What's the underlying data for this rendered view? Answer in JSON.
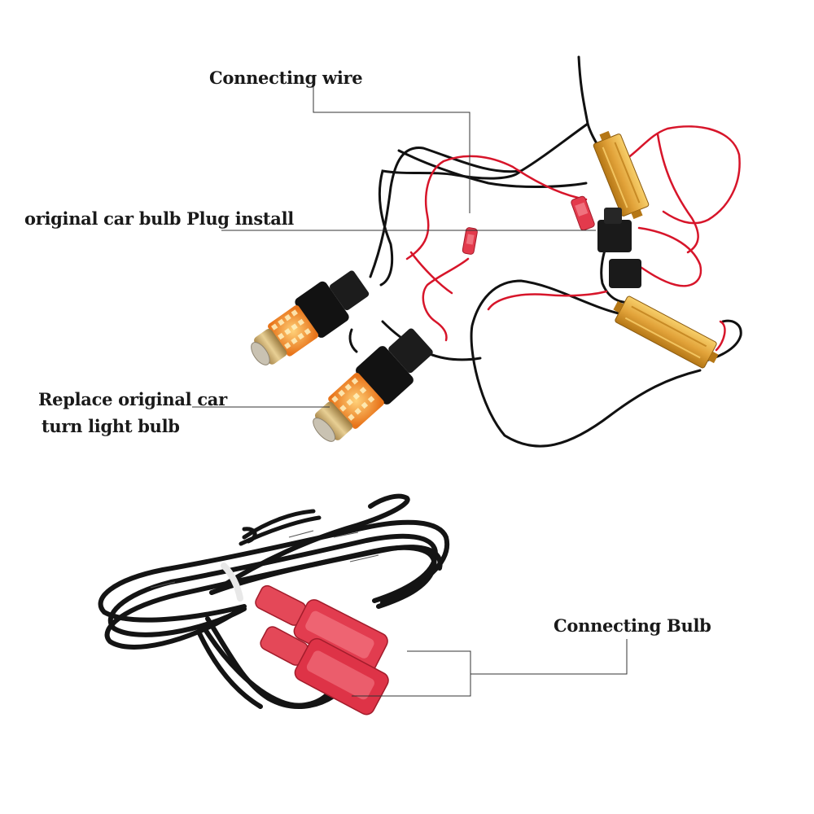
{
  "labels": {
    "connecting_wire": "Connecting wire",
    "plug_install": "original car bulb Plug install",
    "replace_line1": "Replace original car",
    "replace_line2": "turn light bulb",
    "connecting_bulb": "Connecting Bulb"
  },
  "colors": {
    "background": "#ffffff",
    "label_text": "#1a1a1a",
    "leader_line": "#333333",
    "red_wire": "#d7152a",
    "black_wire": "#111111",
    "resistor_gold": "#e2a33a",
    "connector_red": "#e33a4c",
    "led_amber": "#f08a1c"
  },
  "icons": [
    "led-turn-bulb",
    "load-resistor",
    "spade-connector",
    "wire-harness"
  ]
}
